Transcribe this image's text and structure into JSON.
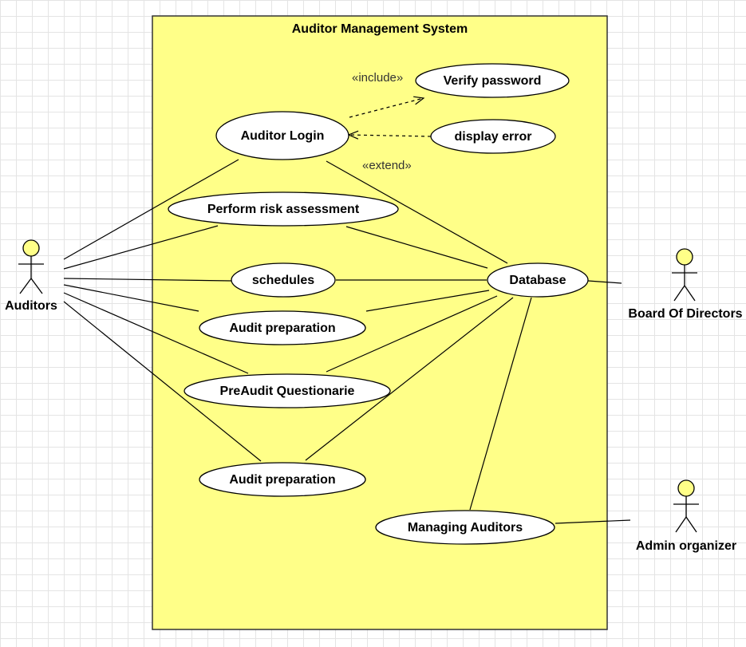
{
  "colors": {
    "boundary_fill": "#ffff88",
    "usecase_fill": "#ffffff",
    "actor_fill": "#ffff88",
    "stroke": "#000000"
  },
  "system": {
    "title": "Auditor Management System"
  },
  "use_cases": {
    "auditor_login": "Auditor Login",
    "verify_password": "Verify password",
    "display_error": "display error",
    "perform_risk": "Perform risk assessment",
    "schedules": "schedules",
    "database": "Database",
    "audit_prep_1": "Audit preparation",
    "preaudit": "PreAudit Questionarie",
    "audit_prep_2": "Audit preparation",
    "managing_auditors": "Managing Auditors"
  },
  "actors": {
    "auditors": "Auditors",
    "board": "Board Of Directors",
    "admin": "Admin organizer"
  },
  "stereotypes": {
    "include": "«include»",
    "extend": "«extend»"
  }
}
